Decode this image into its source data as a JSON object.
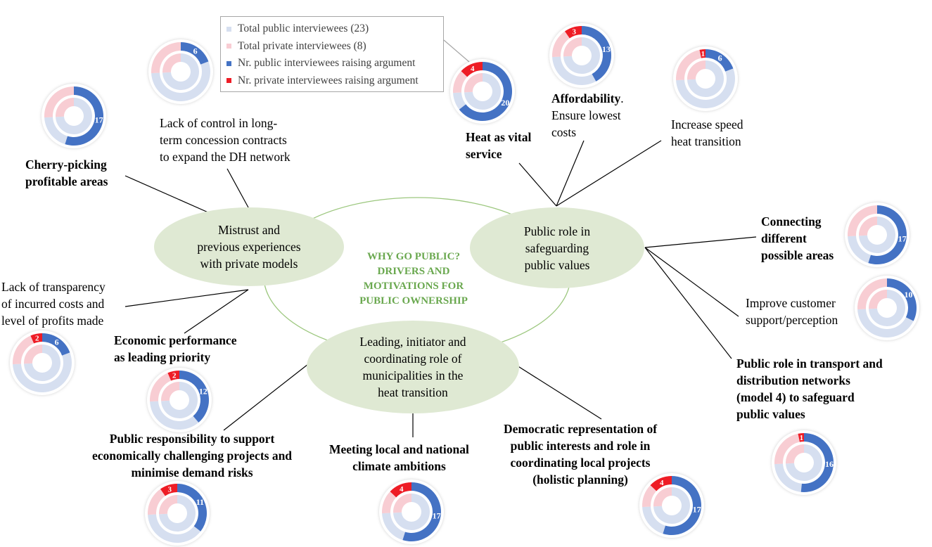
{
  "colors": {
    "public_total": "#d6dff0",
    "private_total": "#f8cdd3",
    "public_raising": "#4472c4",
    "private_raising": "#ee1c25",
    "hub_fill": "#dfe9d3",
    "ring": "#9cc77e",
    "title": "#6aa84f",
    "connector": "#000000",
    "legend_border": "#a6a6a6"
  },
  "legend": {
    "items": [
      {
        "label": "Total public interviewees (23)",
        "color_key": "public_total"
      },
      {
        "label": "Total private interviewees (8)",
        "color_key": "private_total"
      },
      {
        "label": "Nr. public interviewees raising argument",
        "color_key": "public_raising"
      },
      {
        "label": "Nr. private interviewees raising argument",
        "color_key": "private_raising"
      }
    ]
  },
  "center": {
    "title": "WHY GO PUBLIC?\nDRIVERS AND\nMOTIVATIONS FOR\nPUBLIC OWNERSHIP"
  },
  "hubs": [
    {
      "id": "mistrust",
      "label": "Mistrust and\nprevious experiences\nwith private models"
    },
    {
      "id": "public-role",
      "label": "Public role in\nsafeguarding\npublic values"
    },
    {
      "id": "leading",
      "label": "Leading, initiator and\ncoordinating role of\nmunicipalities in the\nheat transition"
    }
  ],
  "arguments": [
    {
      "id": "lack-of-control",
      "label": "Lack of control in long-\nterm concession contracts\nto expand the DH network",
      "bold": false,
      "public": 6,
      "private": 0
    },
    {
      "id": "cherry-picking",
      "label": "Cherry-picking\nprofitable areas",
      "bold": true,
      "public": 17,
      "private": 0
    },
    {
      "id": "lack-of-transparency",
      "label": "Lack of transparency\nof incurred costs and\nlevel of profits made",
      "bold": false,
      "public": 6,
      "private": 2
    },
    {
      "id": "economic-performance",
      "label": "Economic performance\nas leading priority",
      "bold": true,
      "public": 12,
      "private": 2
    },
    {
      "id": "public-responsibility",
      "label": "Public responsibility to support\neconomically challenging projects and\nminimise demand risks",
      "bold": true,
      "public": 11,
      "private": 3
    },
    {
      "id": "climate-ambitions",
      "label": "Meeting local and national\nclimate ambitions",
      "bold": true,
      "public": 17,
      "private": 4
    },
    {
      "id": "democratic-representation",
      "label": "Democratic representation of\npublic interests and role in\ncoordinating local projects\n(holistic planning)",
      "bold": true,
      "public": 17,
      "private": 4
    },
    {
      "id": "heat-vital",
      "label": "Heat as vital\nservice",
      "bold": true,
      "public": 20,
      "private": 4
    },
    {
      "id": "affordability",
      "label_bold": "Affordability",
      "label_rest": ".\nEnsure lowest\ncosts",
      "public": 13,
      "private": 3
    },
    {
      "id": "increase-speed",
      "label": "Increase speed\nheat transition",
      "bold": false,
      "public": 6,
      "private": 1
    },
    {
      "id": "connecting-areas",
      "label": "Connecting\ndifferent\npossible areas",
      "bold": true,
      "public": 17,
      "private": 0
    },
    {
      "id": "customer-support",
      "label": "Improve customer\nsupport/perception",
      "bold": false,
      "public": 10,
      "private": 0
    },
    {
      "id": "transport-networks",
      "label": "Public role in transport and\ndistribution networks\n(model 4) to safeguard\npublic values",
      "bold": true,
      "public": 16,
      "private": 1
    }
  ]
}
